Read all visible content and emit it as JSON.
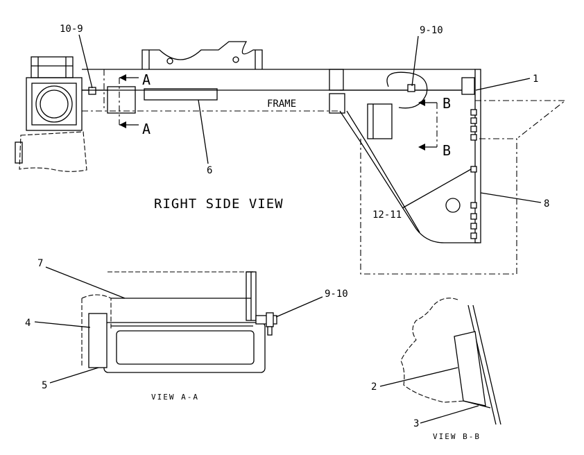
{
  "views": {
    "right_side_title": "RIGHT SIDE VIEW",
    "view_a_title": "VIEW A-A",
    "view_b_title": "VIEW B-B"
  },
  "labels": {
    "frame": "FRAME",
    "section_a": "A",
    "section_b": "B"
  },
  "callouts": {
    "c_10_9": "10-9",
    "c_9_10_top": "9-10",
    "c_1": "1",
    "c_6": "6",
    "c_8": "8",
    "c_12_11": "12-11",
    "c_7": "7",
    "c_4": "4",
    "c_5": "5",
    "c_9_10_a": "9-10",
    "c_2": "2",
    "c_3": "3"
  }
}
